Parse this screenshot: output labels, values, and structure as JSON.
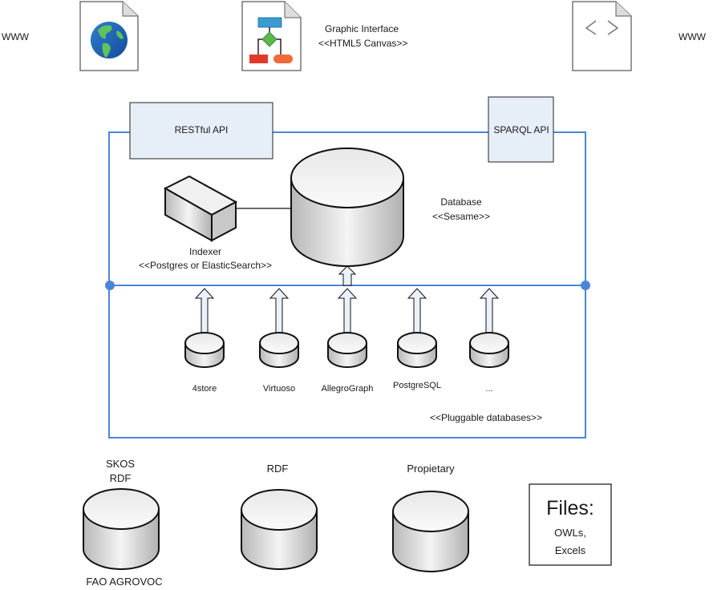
{
  "top": {
    "www_left": "WWW",
    "www_right": "WWW",
    "graphic_interface": {
      "title": "Graphic Interface",
      "subtitle": "<<HTML5 Canvas>>"
    },
    "icons": [
      "globe-document-icon",
      "flowchart-document-icon",
      "code-document-icon"
    ]
  },
  "apis": {
    "restful": "RESTful API",
    "sparql": "SPARQL API"
  },
  "core": {
    "indexer": {
      "title": "Indexer",
      "subtitle": "<<Postgres or ElasticSearch>>"
    },
    "database": {
      "title": "Database",
      "subtitle": "<<Sesame>>"
    }
  },
  "pluggable": {
    "label": "<<Pluggable databases>>",
    "databases": [
      "4store",
      "Virtuoso",
      "AllegroGraph",
      "PostgreSQL",
      "..."
    ]
  },
  "sources": {
    "skos": {
      "top_line1": "SKOS",
      "top_line2": "RDF",
      "bottom": "FAO AGROVOC"
    },
    "rdf": "RDF",
    "proprietary": "Propietary",
    "files": {
      "title": "Files:",
      "line1": "OWLs,",
      "line2": "Excels"
    }
  },
  "colors": {
    "frame": "#4a86d8",
    "api_fill": "#e6eef8",
    "arrow_fill": "#eaf1fb"
  }
}
